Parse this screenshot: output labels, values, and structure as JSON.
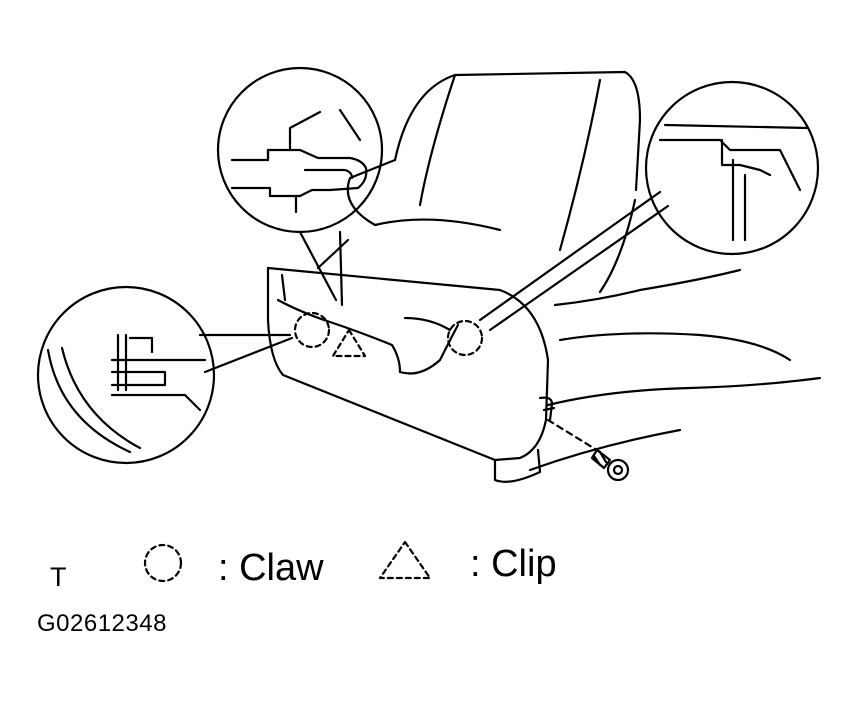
{
  "legend": {
    "claw_symbol": "circle-dashed",
    "claw_label": ": Claw",
    "clip_symbol": "triangle-dashed",
    "clip_label": ": Clip"
  },
  "corner_mark": "T",
  "figure_code": "G02612348",
  "colors": {
    "ink": "#000000",
    "paper": "#ffffff"
  }
}
